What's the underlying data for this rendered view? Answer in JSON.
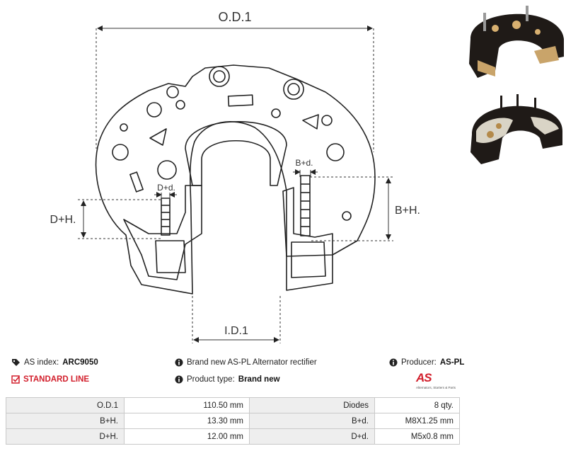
{
  "drawing": {
    "od_label": "O.D.1",
    "id_label": "I.D.1",
    "bh_label": "B+H.",
    "dh_label": "D+H.",
    "bd_label": "B+d.",
    "dd_label": "D+d."
  },
  "info": {
    "as_index_label": "AS index:",
    "as_index_value": "ARC9050",
    "line_label": "STANDARD LINE",
    "description": "Brand new AS-PL Alternator rectifier",
    "product_type_label": "Product type:",
    "product_type_value": "Brand new",
    "producer_label": "Producer:",
    "producer_value": "AS-PL",
    "logo_mark": "AS",
    "logo_tagline": "Alternators, Starters & Parts"
  },
  "specs": [
    {
      "label1": "O.D.1",
      "value1": "110.50 mm",
      "label2": "Diodes",
      "value2": "8 qty."
    },
    {
      "label1": "B+H.",
      "value1": "13.30 mm",
      "label2": "B+d.",
      "value2": "M8X1.25 mm"
    },
    {
      "label1": "D+H.",
      "value1": "12.00 mm",
      "label2": "D+d.",
      "value2": "M5x0.8 mm"
    }
  ],
  "colors": {
    "accent": "#d21e2b",
    "label_bg": "#eeeeee",
    "border": "#c9c9c9"
  },
  "icons": [
    "tag-icon",
    "check-square-icon",
    "info-icon"
  ]
}
